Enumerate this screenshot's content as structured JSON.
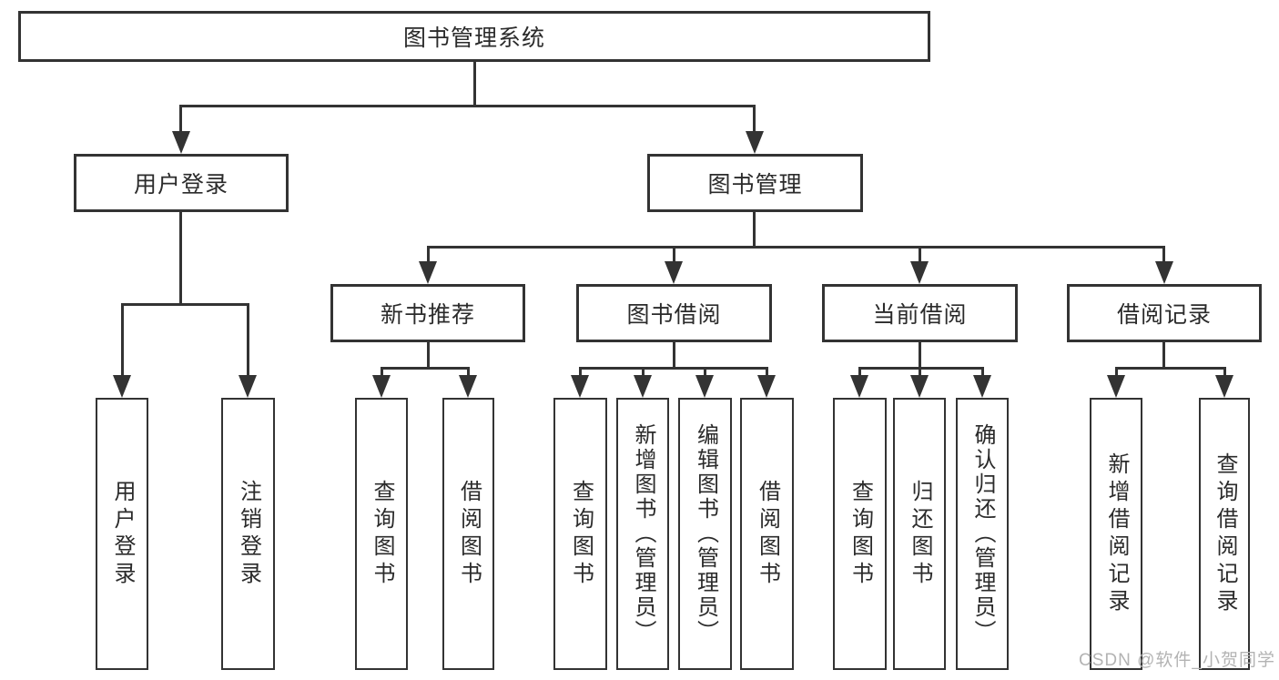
{
  "diagram": {
    "title": "图书管理系统",
    "nodes": {
      "root": "图书管理系统",
      "user_login": "用户登录",
      "book_management": "图书管理",
      "new_book_recommend": "新书推荐",
      "book_borrow": "图书借阅",
      "current_borrow": "当前借阅",
      "borrow_records": "借阅记录",
      "leaf_user_login": "用户登录",
      "leaf_logout": "注销登录",
      "leaf_nb_query_books": "查询图书",
      "leaf_nb_borrow_books": "借阅图书",
      "leaf_bb_query_books": "查询图书",
      "leaf_bb_add_books_admin": "新增图书（管理员）",
      "leaf_bb_edit_books_admin": "编辑图书（管理员）",
      "leaf_bb_borrow_books": "借阅图书",
      "leaf_cb_query_books": "查询图书",
      "leaf_cb_return_books": "归还图书",
      "leaf_cb_confirm_return_admin": "确认归还（管理员）",
      "leaf_br_add_record": "新增借阅记录",
      "leaf_br_query_record": "查询借阅记录"
    },
    "hierarchy": [
      {
        "parent": "图书管理系统",
        "children": [
          "用户登录",
          "图书管理"
        ]
      },
      {
        "parent": "用户登录",
        "children": [
          "用户登录",
          "注销登录"
        ]
      },
      {
        "parent": "图书管理",
        "children": [
          "新书推荐",
          "图书借阅",
          "当前借阅",
          "借阅记录"
        ]
      },
      {
        "parent": "新书推荐",
        "children": [
          "查询图书",
          "借阅图书"
        ]
      },
      {
        "parent": "图书借阅",
        "children": [
          "查询图书",
          "新增图书（管理员）",
          "编辑图书（管理员）",
          "借阅图书"
        ]
      },
      {
        "parent": "当前借阅",
        "children": [
          "查询图书",
          "归还图书",
          "确认归还（管理员）"
        ]
      },
      {
        "parent": "借阅记录",
        "children": [
          "新增借阅记录",
          "查询借阅记录"
        ]
      }
    ],
    "colors": {
      "line": "#333333",
      "text": "#2b2b2b",
      "box_background": "#ffffff",
      "page_background": "#ffffff"
    }
  },
  "watermark": {
    "text": "CSDN @软件_小贺同学",
    "color": "#b3b3b3"
  }
}
